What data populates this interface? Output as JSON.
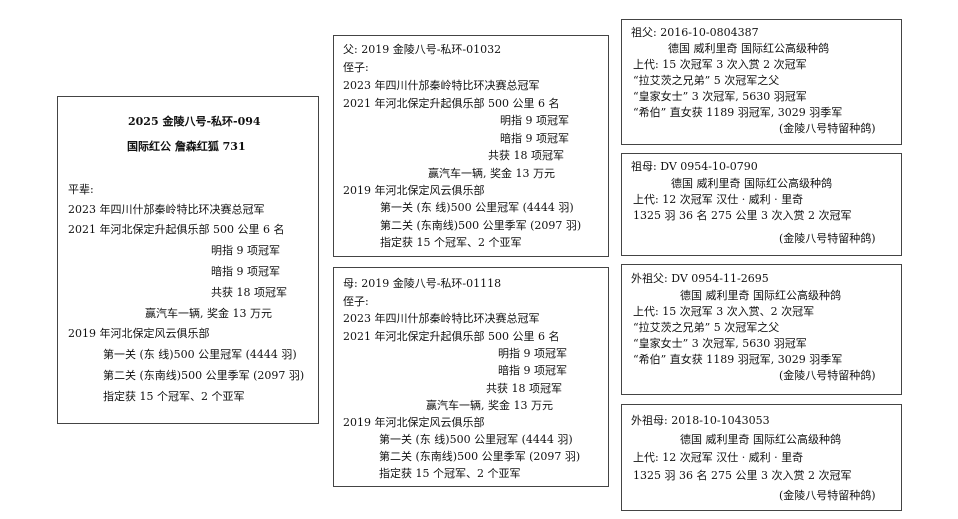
{
  "subject": {
    "ring": "2025 金陵八号-私环-094",
    "breed_name": "国际红公   詹森红狐 731",
    "section_label": "平辈:",
    "lines": [
      "2023 年四川什邡秦岭特比环决赛总冠军",
      "2021 年河北保定升起俱乐部 500 公里 6 名",
      "明指 9 项冠军",
      "暗指 9 项冠军",
      "共获 18 项冠军",
      "赢汽车一辆,  奖金 13 万元",
      "2019 年河北保定风云俱乐部",
      "第一关 (东   线)500 公里冠军 (4444 羽)",
      "第二关 (东南线)500 公里季军 (2097 羽)",
      "指定获 15 个冠军、2 个亚军"
    ]
  },
  "father": {
    "header": "父: 2019 金陵八号-私环-01032",
    "section_label": "侄子:",
    "lines": [
      "2023 年四川什邡秦岭特比环决赛总冠军",
      "2021 年河北保定升起俱乐部  500 公里  6  名",
      "明指 9 项冠军",
      "暗指 9 项冠军",
      "共获  18 项冠军",
      "赢汽车一辆,  奖金 13 万元",
      "2019 年河北保定风云俱乐部",
      "第一关 (东   线)500 公里冠军 (4444 羽)",
      "第二关 (东南线)500 公里季军 (2097 羽)",
      "指定获 15 个冠军、2 个亚军"
    ]
  },
  "mother": {
    "header": "母: 2019 金陵八号-私环-01118",
    "section_label": "侄子:",
    "lines": [
      "2023 年四川什邡秦岭特比环决赛总冠军",
      "2021 年河北保定升起俱乐部  500 公里  6  名",
      "明指 9 项冠军",
      "暗指 9 项冠军",
      "共获  18 项冠军",
      "赢汽车一辆,  奖金 13 万元",
      "2019 年河北保定风云俱乐部",
      "第一关 (东   线)500 公里冠军 (4444 羽)",
      "第二关 (东南线)500 公里季军 (2097 羽)",
      "指定获 15 个冠军、2 个亚军"
    ]
  },
  "paternal_grandfather": {
    "header": "祖父: 2016-10-0804387",
    "lines": [
      "德国  威利里奇  国际红公高级种鸽",
      "上代: 15 次冠军     3 次入赏     2 次冠军",
      "“拉艾茨之兄弟” 5 次冠军之父",
      "“皇家女士” 3 次冠军, 5630 羽冠军",
      "“希伯” 直女获 1189 羽冠军, 3029 羽季军",
      "(金陵八号特留种鸽)"
    ]
  },
  "paternal_grandmother": {
    "header": "祖母: DV 0954-10-0790",
    "lines": [
      "德国  威利里奇  国际红公高级种鸽",
      "上代: 12 次冠军          汉仕 · 威利 · 里奇",
      "1325 羽 36 名 275 公里      3 次入赏         2 次冠军",
      "(金陵八号特留种鸽)"
    ]
  },
  "maternal_grandfather": {
    "header": "外祖父: DV 0954-11-2695",
    "lines": [
      "德国  威利里奇  国际红公高级种鸽",
      "上代: 15 次冠军     3 次入赏、2 次冠军",
      "“拉艾茨之兄弟” 5 次冠军之父",
      "“皇家女士” 3 次冠军, 5630 羽冠军",
      "“希伯” 直女获 1189 羽冠军, 3029 羽季军",
      "(金陵八号特留种鸽)"
    ]
  },
  "maternal_grandmother": {
    "header": "外祖母: 2018-10-1043053",
    "lines": [
      "德国  威利里奇  国际红公高级种鸽",
      "上代: 12 次冠军          汉仕 · 威利 · 里奇",
      "1325 羽 36 名 275 公里      3 次入赏         2 次冠军",
      "(金陵八号特留种鸽)"
    ]
  }
}
